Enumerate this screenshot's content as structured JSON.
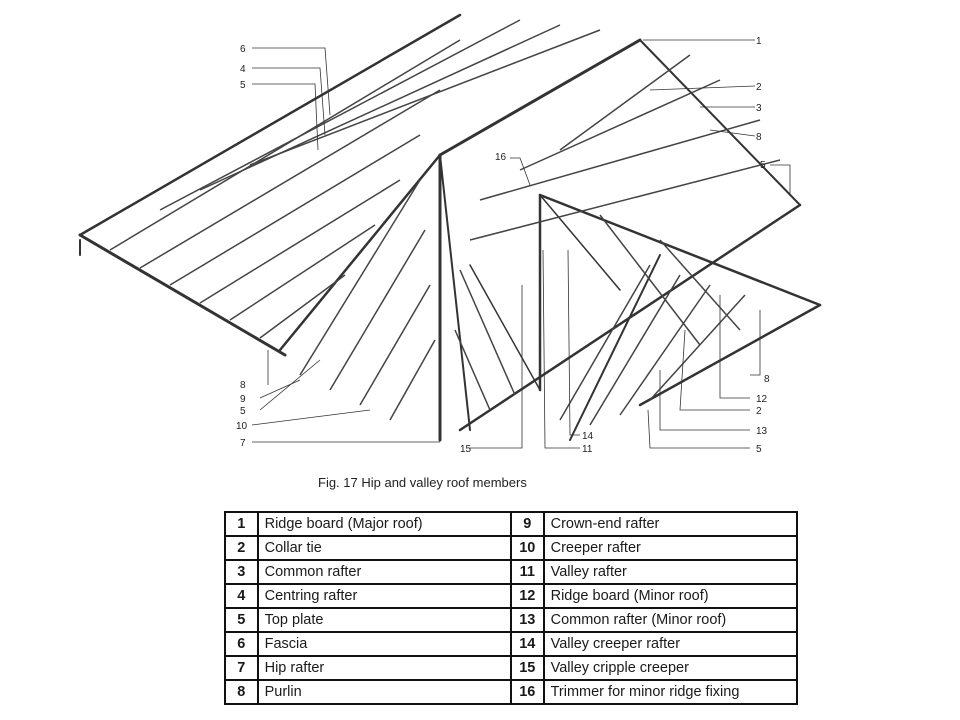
{
  "figure": {
    "caption": "Fig. 17 Hip and valley roof members",
    "callouts": [
      "1",
      "2",
      "3",
      "4",
      "5",
      "6",
      "8",
      "16",
      "5",
      "8",
      "12",
      "2",
      "13",
      "5",
      "14",
      "11",
      "15",
      "7",
      "10",
      "5",
      "9",
      "8"
    ]
  },
  "legend": {
    "rows": [
      {
        "left_num": "1",
        "left_label": "Ridge board (Major roof)",
        "right_num": "9",
        "right_label": "Crown-end rafter"
      },
      {
        "left_num": "2",
        "left_label": "Collar tie",
        "right_num": "10",
        "right_label": "Creeper rafter"
      },
      {
        "left_num": "3",
        "left_label": "Common rafter",
        "right_num": "11",
        "right_label": "Valley rafter"
      },
      {
        "left_num": "4",
        "left_label": "Centring rafter",
        "right_num": "12",
        "right_label": "Ridge board (Minor roof)"
      },
      {
        "left_num": "5",
        "left_label": "Top plate",
        "right_num": "13",
        "right_label": "Common rafter (Minor roof)"
      },
      {
        "left_num": "6",
        "left_label": "Fascia",
        "right_num": "14",
        "right_label": "Valley creeper rafter"
      },
      {
        "left_num": "7",
        "left_label": "Hip rafter",
        "right_num": "15",
        "right_label": "Valley cripple creeper"
      },
      {
        "left_num": "8",
        "left_label": "Purlin",
        "right_num": "16",
        "right_label": "Trimmer for minor ridge fixing"
      }
    ]
  }
}
